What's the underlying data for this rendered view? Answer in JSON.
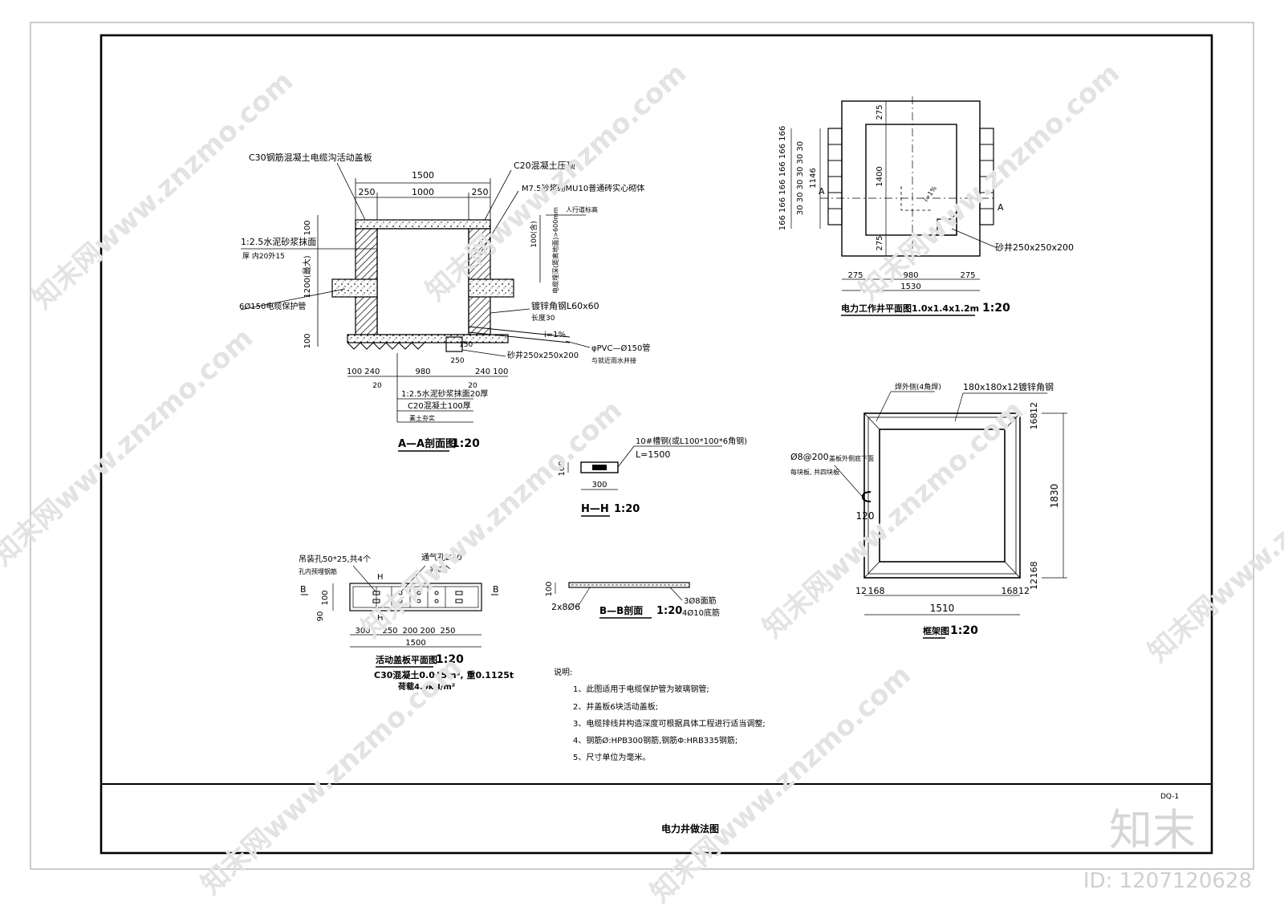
{
  "aa": {
    "cover": "C30钢筋混凝土电缆沟活动盖板",
    "c20top": "C20混凝土压顶",
    "m75": "M7.5砂浆砌MU10普通砖实心砌体",
    "plaster": "1:2.5水泥砂浆抹面",
    "plaster2": "厚 内20外15",
    "pipe": "6Ø150电缆保护管",
    "pavement": "人行道标高",
    "depth1": "100(含)",
    "depth2": "电缆埋深(距离地面)>600mm",
    "angle": "镀锌角钢L60x60",
    "angle2": "长度30",
    "slope": "i=1%",
    "pvc": "φPVC—Ø150管",
    "pvc2": "与就近雨水井接",
    "sump": "砂井250x250x200",
    "d1500": "1500",
    "d250a": "250",
    "d1000": "1000",
    "d250b": "250",
    "d100a": "100",
    "d1200": "1200(最大)",
    "d100b": "100",
    "d150": "150",
    "d250c": "250",
    "bot": "100 240",
    "d980": "980",
    "bot2": "240 100",
    "d20a": "20",
    "d20b": "20",
    "l1": "1:2.5水泥砂浆抹面20厚",
    "l2": "C20混凝土100厚",
    "l3": "素土夯实",
    "title": "A—A剖面图",
    "scale": "1:20"
  },
  "plan": {
    "d275top": "275",
    "d1400": "1400",
    "d275bot": "275",
    "dims": "166 166 166 166 166 166",
    "dims2": "30 30 30 30 30 30",
    "d1146": "1146",
    "secA": "A",
    "secA2": "A",
    "slope": "i=1%",
    "sump": "砂井250x250x200",
    "d275l": "275",
    "d980": "980",
    "d275r": "275",
    "d1530": "1530",
    "title": "电力工作井平面图1.0x1.4x1.2m",
    "scale": "1:20"
  },
  "hh": {
    "note": "10#槽钢(或L100*100*6角钢)",
    "len": "L=1500",
    "d100": "100",
    "d300": "300",
    "title": "H—H",
    "scale": "1:20"
  },
  "cover": {
    "handle": "吊装孔50*25,共4个",
    "handle2": "孔内预埋钢筋",
    "vent": "通气孔Ø30",
    "vent2": "共6个",
    "H1": "H",
    "H2": "H",
    "B1": "B",
    "B2": "B",
    "d100": "100",
    "d90": "90",
    "widths": [
      "300",
      "250",
      "200",
      "200",
      "250"
    ],
    "d1500": "1500",
    "title": "活动盖板平面图",
    "scale": "1:20",
    "spec1": "C30混凝土0.045m³, 重0.1125t",
    "spec2": "荷载4.0kN/m²"
  },
  "bb": {
    "d100": "100",
    "bar1": "2x8Ø6",
    "bar2": "3Ø8面筋",
    "bar3": "4Ø10底筋",
    "title": "B—B剖面",
    "scale": "1:20"
  },
  "frame": {
    "outer": "焊外侧(4角焊)",
    "angle": "180x180x12镀锌角钢",
    "rebar": "Ø8@200",
    "rebar2": "盖板外侧底下面",
    "rebar3": "每块板, 共四块板",
    "d120": "120",
    "d168t": "168",
    "d12t": "12",
    "d1830": "1830",
    "d12b": "12",
    "d168b": "168",
    "d12l": "12",
    "d168l": "168",
    "d1510": "1510",
    "d168r": "168",
    "d12r": "12",
    "title": "框架图",
    "scale": "1:20"
  },
  "notes": {
    "heading": "说明:",
    "items": [
      "1、此图适用于电缆保护管为玻璃钢管;",
      "2、井盖板6块活动盖板;",
      "3、电缆排线井构造深度可根据具体工程进行适当调整;",
      "4、钢筋Ø:HPB300钢筋,钢筋Φ:HRB335钢筋;",
      "5、尺寸单位为毫米。"
    ]
  },
  "titleblock": {
    "drawing_title": "电力井做法图",
    "code": "DQ-1"
  },
  "watermark": {
    "site": "知末网www.znzmo.com",
    "brand": "知末",
    "id": "ID: 1207120628"
  }
}
